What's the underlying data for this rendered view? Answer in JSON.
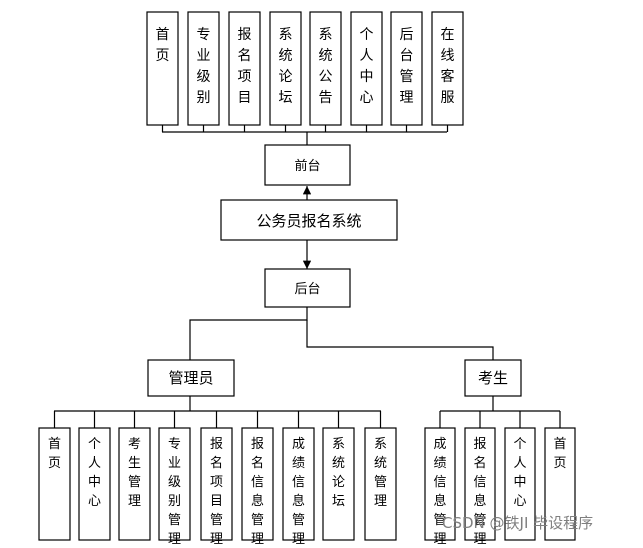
{
  "front_items": [
    "首页",
    "专业级别",
    "报名项目",
    "系统论坛",
    "系统公告",
    "个人中心",
    "后台管理",
    "在线客服"
  ],
  "front_label": "前台",
  "system_title": "公务员报名系统",
  "back_label": "后台",
  "admin_label": "管理员",
  "student_label": "考生",
  "admin_items": [
    "首页",
    "个人中心",
    "考生管理",
    "专业级别管理",
    "报名项目管理",
    "报名信息管理",
    "成绩信息管理",
    "系统论坛",
    "系统管理"
  ],
  "student_items": [
    "成绩信息管理",
    "报名信息管理",
    "个人中心",
    "首页"
  ],
  "watermark": "CSDN @铁JI 毕设程序"
}
